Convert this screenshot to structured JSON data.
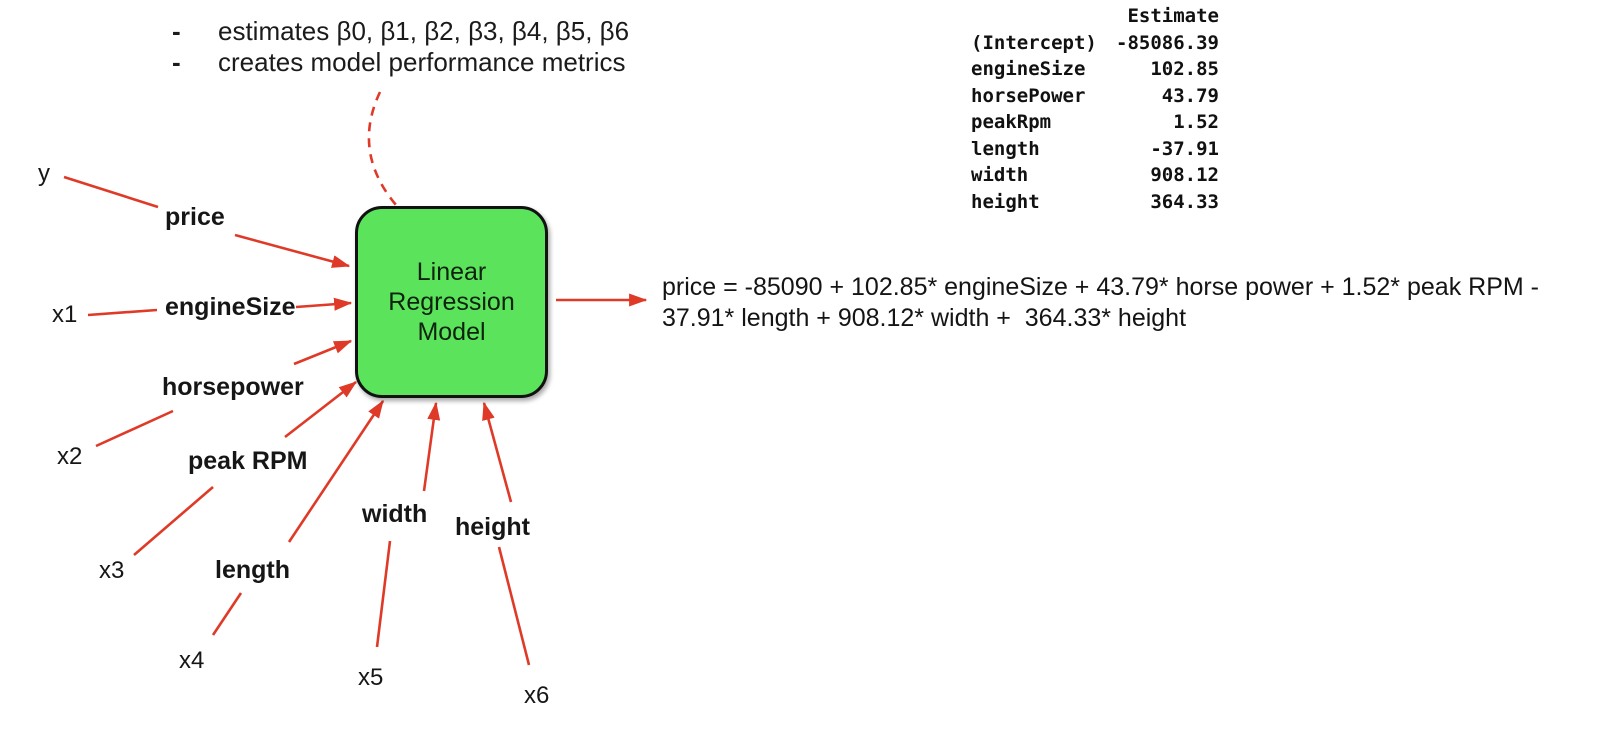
{
  "colors": {
    "arrow_red": "#df3a28",
    "box_fill_green": "#5be45b",
    "box_border": "#111111",
    "text": "#1b1b1b"
  },
  "bullets": {
    "dash": "-",
    "items": [
      "estimates β0, β1, β2, β3, β4, β5, β6",
      "creates model performance metrics"
    ]
  },
  "model_box": {
    "label": "Linear\nRegression\nModel"
  },
  "inputs": [
    {
      "var": "y",
      "label": "price"
    },
    {
      "var": "x1",
      "label": "engineSize"
    },
    {
      "var": "x2",
      "label": "horsepower"
    },
    {
      "var": "x3",
      "label": "peak RPM"
    },
    {
      "var": "x4",
      "label": "length"
    },
    {
      "var": "x5",
      "label": "width"
    },
    {
      "var": "x6",
      "label": "height"
    }
  ],
  "estimates_table": {
    "header": "Estimate",
    "rows": [
      {
        "term": "(Intercept)",
        "estimate": "-85086.39"
      },
      {
        "term": "engineSize",
        "estimate": "102.85"
      },
      {
        "term": "horsePower",
        "estimate": "43.79"
      },
      {
        "term": "peakRpm",
        "estimate": "1.52"
      },
      {
        "term": "length",
        "estimate": "-37.91"
      },
      {
        "term": "width",
        "estimate": "908.12"
      },
      {
        "term": "height",
        "estimate": "364.33"
      }
    ]
  },
  "equation": "price = -85090 + 102.85* engineSize + 43.79* horse power + 1.52* peak RPM - 37.91* length + 908.12* width +  364.33* height"
}
